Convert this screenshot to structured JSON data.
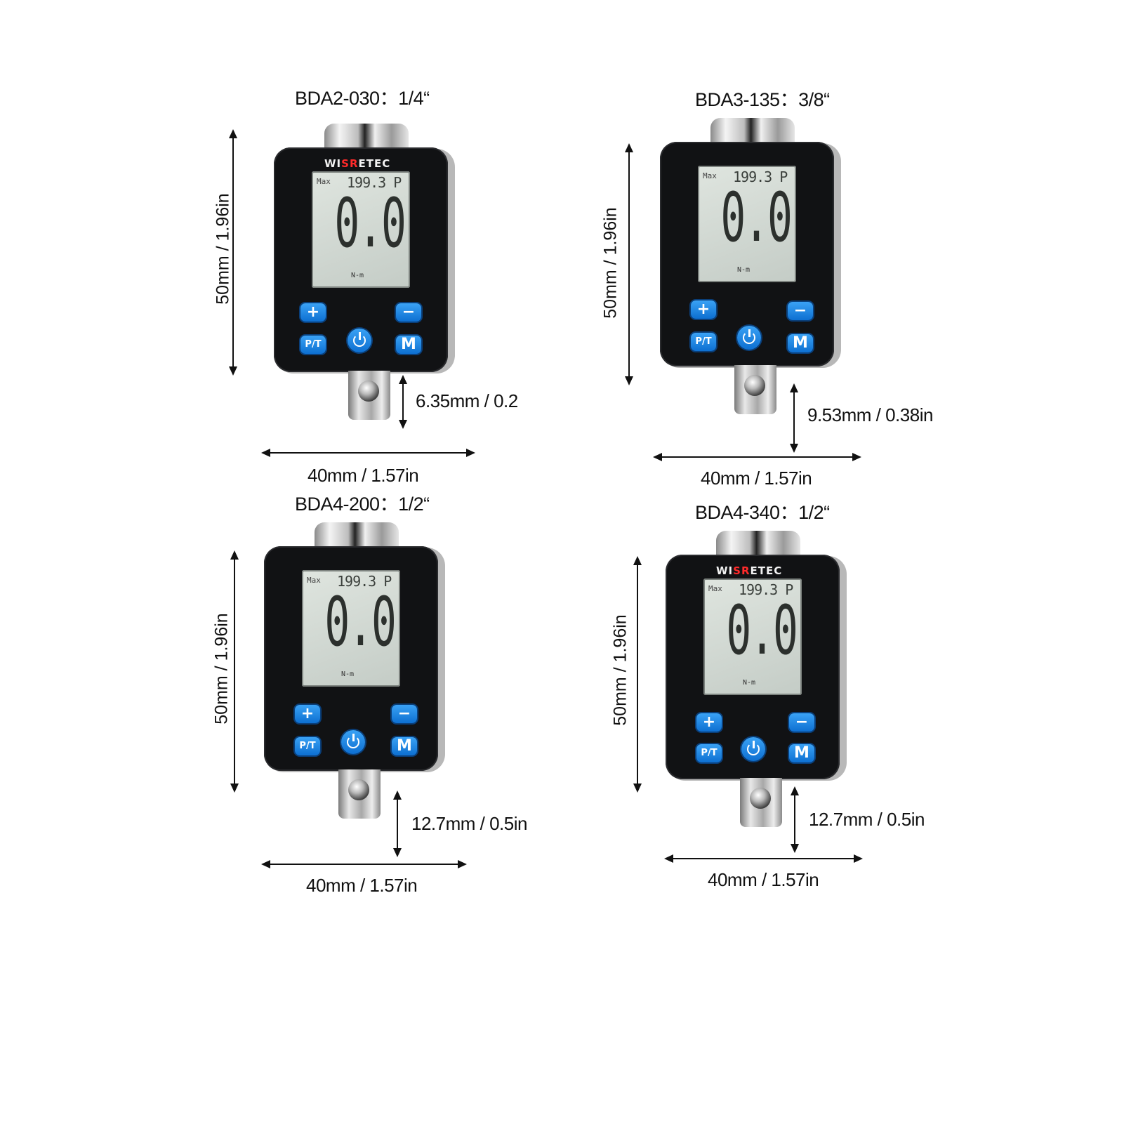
{
  "brand": {
    "prefix": "WI",
    "red": "SR",
    "suffix": "ETEC"
  },
  "lcd": {
    "max_label": "Max",
    "peak": "199.3 P",
    "reading": "0.0",
    "unit": "N-m"
  },
  "buttons": {
    "plus": "+",
    "minus": "−",
    "pt": "P/T",
    "mode": "M"
  },
  "icons": [
    "power-icon",
    "plus-icon",
    "minus-icon"
  ],
  "accent_color": "#1a86e8",
  "products": [
    {
      "title": "BDA2-030：1/4“",
      "height": "50mm / 1.96in",
      "drive": "6.35mm / 0.2",
      "width": "40mm / 1.57in"
    },
    {
      "title": "BDA3-135：3/8“",
      "height": "50mm / 1.96in",
      "drive": "9.53mm / 0.38in",
      "width": "40mm / 1.57in"
    },
    {
      "title": "BDA4-200：1/2“",
      "height": "50mm / 1.96in",
      "drive": "12.7mm / 0.5in",
      "width": "40mm / 1.57in"
    },
    {
      "title": "BDA4-340：1/2“",
      "height": "50mm / 1.96in",
      "drive": "12.7mm / 0.5in",
      "width": "40mm / 1.57in"
    }
  ]
}
